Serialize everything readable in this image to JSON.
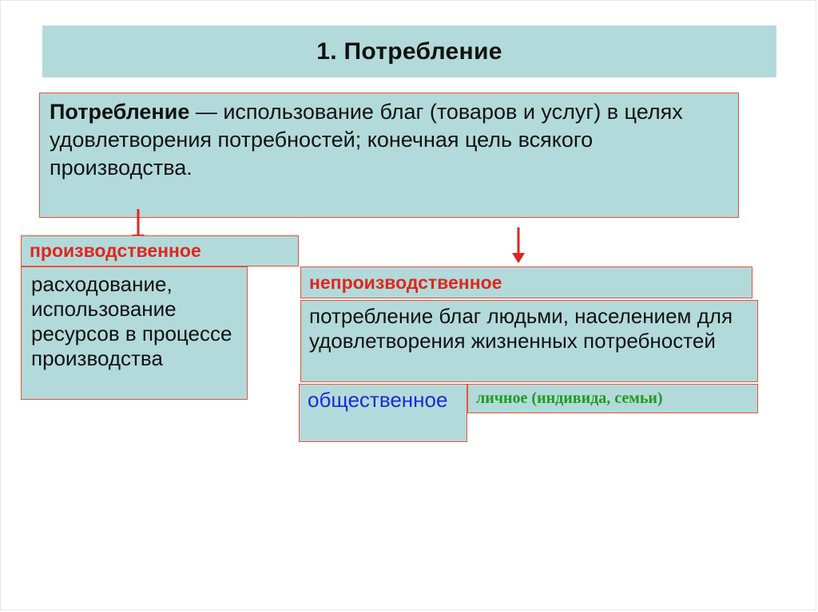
{
  "title": "1. Потребление",
  "definition": {
    "term": "Потребление",
    "text": " — использование благ (товаров и услуг) в целях удовлетворения потребностей;  конечная цель всякого производства."
  },
  "production": {
    "label": "производственное",
    "description": "расходование, использование ресурсов в процессе производства"
  },
  "nonproduction": {
    "label": "непроизводственное",
    "description": "потребление благ людьми, населением для удовлетворения жизненных потребностей",
    "social": "общественное",
    "personal": "личное (индивида, семьи)"
  },
  "colors": {
    "box_fill": "#b2dada",
    "border": "#e8513a",
    "arrow": "#e0261e",
    "label_red": "#e0261e",
    "social_blue": "#1a2bd8",
    "personal_green": "#1f9a1f"
  }
}
